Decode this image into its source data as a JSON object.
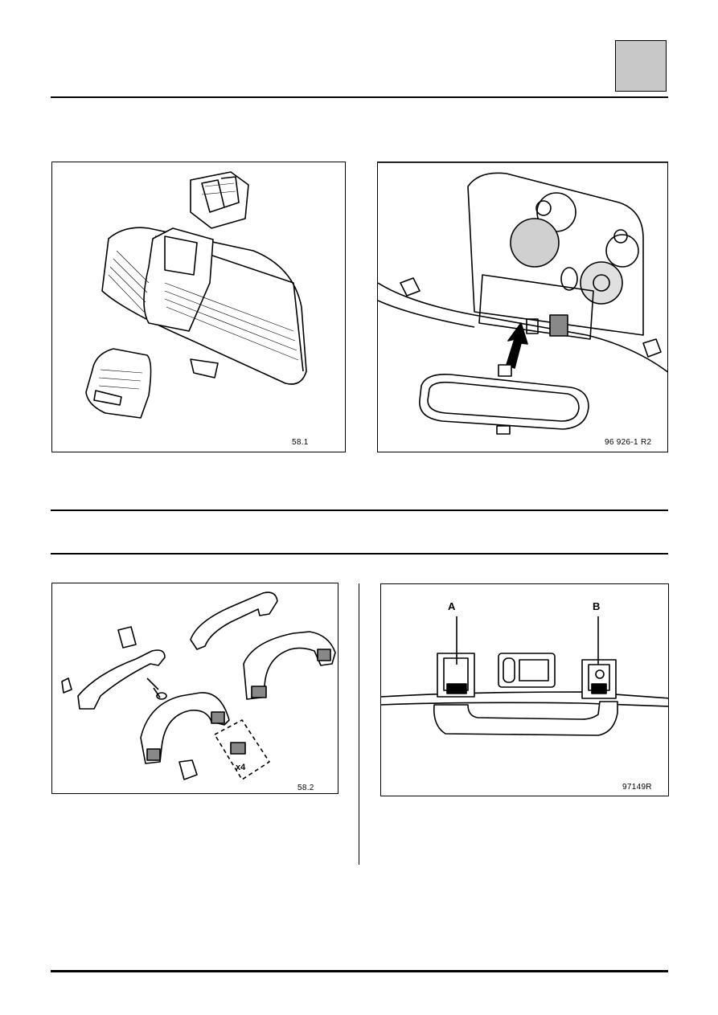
{
  "header": {
    "section_chip_color": "#c8c8c8"
  },
  "figures": [
    {
      "id": "interior-mirror-exploded",
      "ref": "58.1"
    },
    {
      "id": "mirror-fitting-to-roof-console",
      "ref": "96 926-1 R2"
    },
    {
      "id": "grab-handles-exploded",
      "ref": "58.2",
      "multiplier": "x4"
    },
    {
      "id": "grab-handle-fixing-detail",
      "ref": "97149R",
      "labels": [
        "A",
        "B"
      ]
    }
  ]
}
